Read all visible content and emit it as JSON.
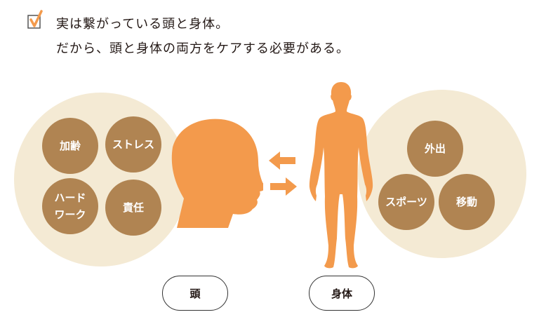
{
  "headline": {
    "line1": "実は繋がっている頭と身体。",
    "line2": "だから、頭と身体の両方をケアする必要がある。"
  },
  "head_factors": [
    "加齢",
    "ストレス",
    "ハード\nワーク",
    "責任"
  ],
  "body_factors": [
    "外出",
    "スポーツ",
    "移動"
  ],
  "labels": {
    "head": "頭",
    "body": "身体"
  },
  "colors": {
    "orange": "#f39a4c",
    "brown": "#b08452",
    "cream": "#f4ead4"
  }
}
